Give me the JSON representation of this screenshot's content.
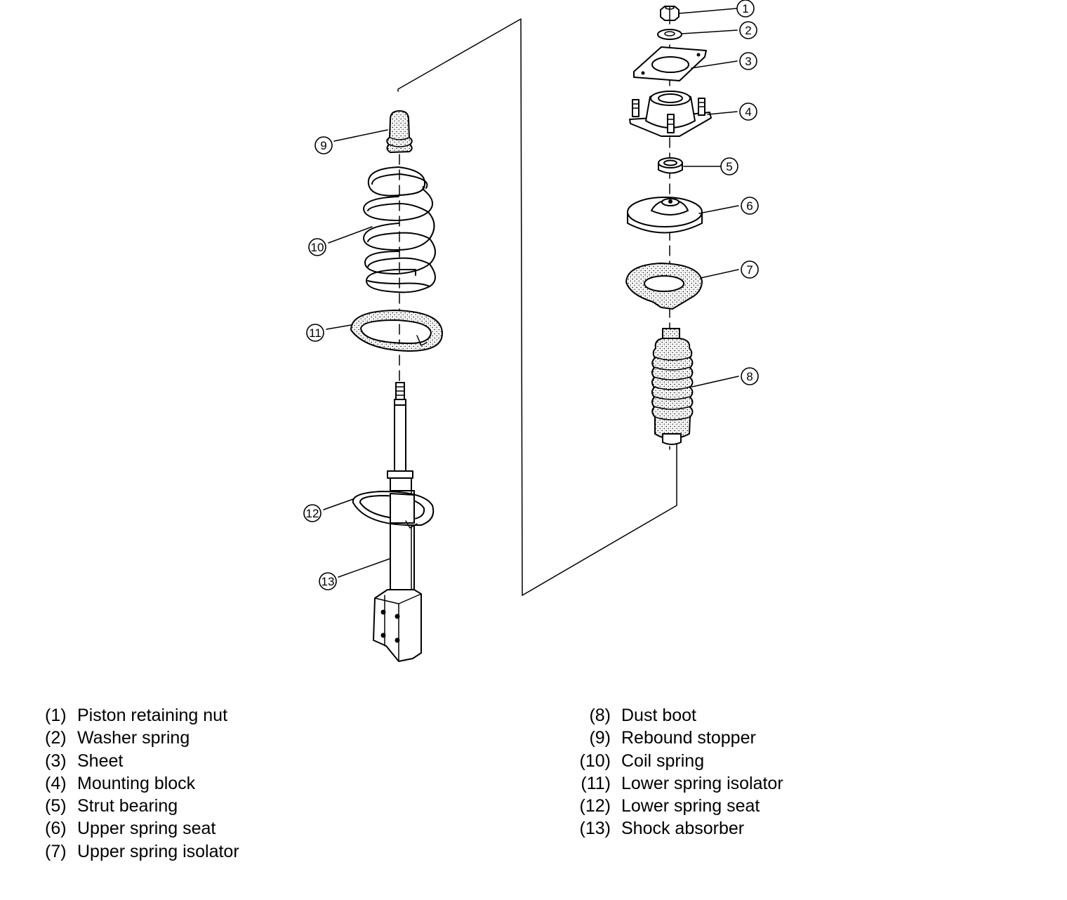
{
  "callouts": [
    {
      "id": "c1",
      "label": "1"
    },
    {
      "id": "c2",
      "label": "2"
    },
    {
      "id": "c3",
      "label": "3"
    },
    {
      "id": "c4",
      "label": "4"
    },
    {
      "id": "c5",
      "label": "5"
    },
    {
      "id": "c6",
      "label": "6"
    },
    {
      "id": "c7",
      "label": "7"
    },
    {
      "id": "c8",
      "label": "8"
    },
    {
      "id": "c9",
      "label": "9"
    },
    {
      "id": "c10",
      "label": "10"
    },
    {
      "id": "c11",
      "label": "11"
    },
    {
      "id": "c12",
      "label": "12"
    },
    {
      "id": "c13",
      "label": "13"
    }
  ],
  "legend": {
    "left": [
      {
        "num": "(1)",
        "label": "Piston retaining nut"
      },
      {
        "num": "(2)",
        "label": "Washer spring"
      },
      {
        "num": "(3)",
        "label": "Sheet"
      },
      {
        "num": "(4)",
        "label": "Mounting block"
      },
      {
        "num": "(5)",
        "label": "Strut bearing"
      },
      {
        "num": "(6)",
        "label": "Upper spring seat"
      },
      {
        "num": "(7)",
        "label": "Upper spring isolator"
      }
    ],
    "right": [
      {
        "num": "(8)",
        "label": "Dust boot"
      },
      {
        "num": "(9)",
        "label": "Rebound stopper"
      },
      {
        "num": "(10)",
        "label": "Coil spring"
      },
      {
        "num": "(11)",
        "label": "Lower spring isolator"
      },
      {
        "num": "(12)",
        "label": "Lower spring seat"
      },
      {
        "num": "(13)",
        "label": "Shock absorber"
      }
    ]
  }
}
